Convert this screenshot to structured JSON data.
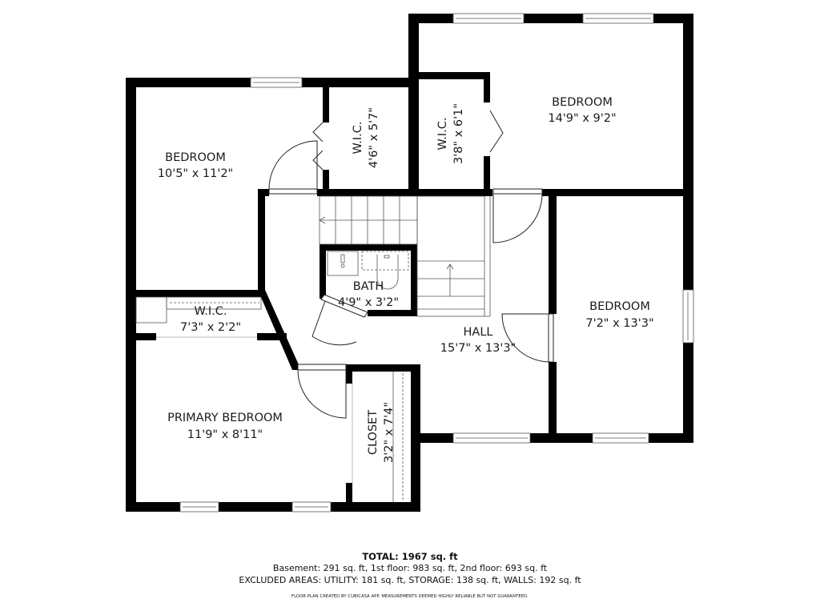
{
  "rooms": [
    {
      "id": "bedroom-nw",
      "name": "BEDROOM",
      "dims": "10'5\" x 11'2\""
    },
    {
      "id": "wic-1",
      "name": "W.I.C.",
      "dims": "4'6\" x 5'7\""
    },
    {
      "id": "wic-2",
      "name": "W.I.C.",
      "dims": "3'8\" x 6'1\""
    },
    {
      "id": "bedroom-ne",
      "name": "BEDROOM",
      "dims": "14'9\" x 9'2\""
    },
    {
      "id": "bath",
      "name": "BATH",
      "dims": "4'9\" x 3'2\""
    },
    {
      "id": "wic-3",
      "name": "W.I.C.",
      "dims": "7'3\" x 2'2\""
    },
    {
      "id": "hall",
      "name": "HALL",
      "dims": "15'7\" x 13'3\""
    },
    {
      "id": "bedroom-e",
      "name": "BEDROOM",
      "dims": "7'2\" x 13'3\""
    },
    {
      "id": "primary-bedroom",
      "name": "PRIMARY BEDROOM",
      "dims": "11'9\" x 8'11\""
    },
    {
      "id": "closet",
      "name": "CLOSET",
      "dims": "3'2\" x 7'4\""
    }
  ],
  "summary": {
    "total": "TOTAL: 1967 sq. ft",
    "floors": "Basement: 291 sq. ft, 1st floor: 983 sq. ft, 2nd floor: 693 sq. ft",
    "excluded": "EXCLUDED AREAS: UTILITY: 181 sq. ft, STORAGE: 138 sq. ft, WALLS: 192 sq. ft",
    "credit": "FLOOR PLAN CREATED BY CUBICASA APP. MEASUREMENTS DEEMED HIGHLY RELIABLE BUT NOT GUARANTEED."
  },
  "colors": {
    "wall": "#000000",
    "background": "#ffffff",
    "fixture": "#555555"
  }
}
